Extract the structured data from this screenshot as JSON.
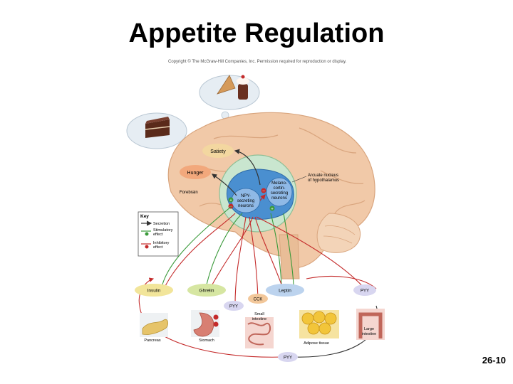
{
  "slide": {
    "title": "Appetite Regulation",
    "copyright": "Copyright © The McGraw-Hill Companies, Inc. Permission required for reproduction or display.",
    "number": "26-10"
  },
  "brain_labels": {
    "satiety": "Satiety",
    "hunger": "Hunger",
    "forebrain": "Forebrain",
    "npy_line1": "NPY-",
    "npy_line2": "secreting",
    "npy_line3": "neurons",
    "melano_line1": "Melano-",
    "melano_line2": "cortin-",
    "melano_line3": "secreting",
    "melano_line4": "neurons",
    "arcuate_line1": "Arcuate nucleus",
    "arcuate_line2": "of hypothalamus"
  },
  "key": {
    "title": "Key",
    "secretion": "Secretion",
    "stimulatory_1": "Stimulatory",
    "stimulatory_2": "effect",
    "inhibitory_1": "Inhibitory",
    "inhibitory_2": "effect"
  },
  "hormones": {
    "insulin": "Insulin",
    "ghrelin": "Ghrelin",
    "leptin": "Leptin",
    "pyy_right": "PYY",
    "cck": "CCK",
    "pyy_left": "PYY",
    "pyy_bottom": "PYY"
  },
  "organs": {
    "pancreas": "Pancreas",
    "stomach": "Stomach",
    "small_intestine_1": "Small",
    "small_intestine_2": "intestine",
    "adipose": "Adipose tissue",
    "large_intestine_1": "Large",
    "large_intestine_2": "intestine"
  },
  "colors": {
    "secretion": "#333333",
    "stimulatory": "#3a9a3a",
    "inhibitory": "#c42a2a",
    "brain": "#f1c9a8",
    "hypothalamus_bg": "#c9e6cf",
    "arcuate": "#4a8fd0",
    "hormone_yellow": "#f2e59a",
    "hormone_green": "#d6e6a2",
    "hormone_blue": "#bcd3ee",
    "hormone_lavender": "#d8d6f0",
    "hunger": "#f2a87c",
    "satiety": "#f3d7a0"
  }
}
